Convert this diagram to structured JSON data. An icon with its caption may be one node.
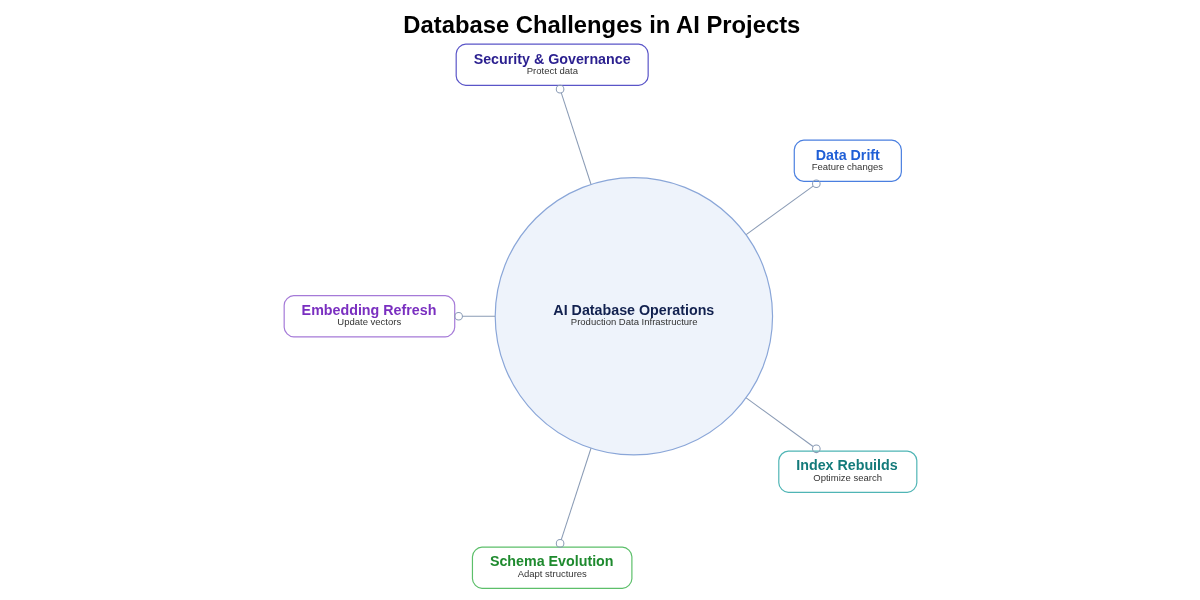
{
  "diagram": {
    "title": "Database Challenges in AI Projects",
    "nodes": [
      {
        "text": [
          "Data Drift",
          "Feature changes"
        ]
      },
      {
        "text": [
          "Security & Governance",
          "Protect data"
        ]
      },
      {
        "text": [
          "Embedding Refresh",
          "Update vectors"
        ]
      },
      {
        "text": [
          "AI Database Operations",
          "Production Data Infrastructure"
        ]
      },
      {
        "text": [
          "Schema Evolution",
          "Adapt structures"
        ]
      },
      {
        "text": [
          "Index Rebuilds",
          "Optimize search"
        ]
      }
    ],
    "edges": [
      {
        "from": 3,
        "to": 0,
        "arrow": "other"
      },
      {
        "from": 3,
        "to": 1,
        "arrow": "other"
      },
      {
        "from": 3,
        "to": 2,
        "arrow": "other"
      },
      {
        "from": 3,
        "to": 4,
        "arrow": "other"
      },
      {
        "from": 3,
        "to": 5,
        "arrow": "other"
      }
    ]
  }
}
